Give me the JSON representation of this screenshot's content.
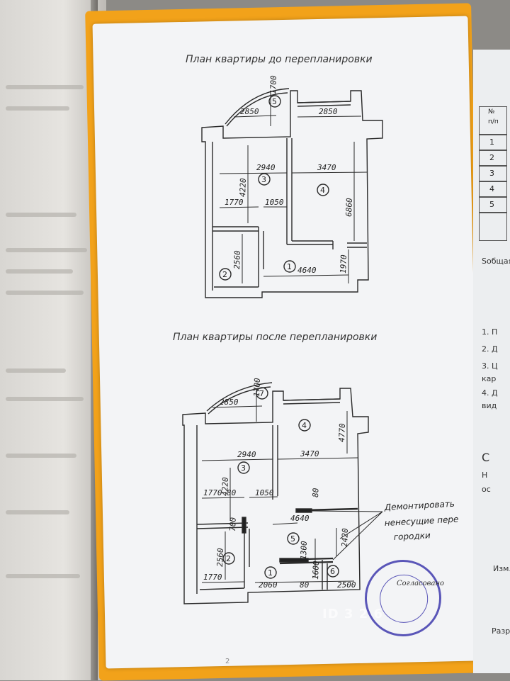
{
  "plan_before": {
    "title": "План квартиры до перепланировки",
    "dims": [
      "1700",
      "2850",
      "2850",
      "2940",
      "3470",
      "4220",
      "6860",
      "1770",
      "1050",
      "2560",
      "1970",
      "4640"
    ],
    "rooms": [
      "5",
      "3",
      "4",
      "2",
      "1"
    ]
  },
  "plan_after": {
    "title": "План квартиры после перепланировки",
    "dims": [
      "1700",
      "2850",
      "4770",
      "2940",
      "3470",
      "4220",
      "1770",
      "80",
      "1050",
      "80",
      "700",
      "4640",
      "2420",
      "2560",
      "1300",
      "1600",
      "1770",
      "2060",
      "80",
      "2500"
    ],
    "rooms": [
      "7",
      "4",
      "3",
      "2",
      "5",
      "1",
      "6"
    ],
    "annotation_line1": "Демонтировать",
    "annotation_line2": "ненесущие пере",
    "annotation_line3": "городки"
  },
  "page_number": "2",
  "right_page": {
    "header": [
      "№",
      "п/п"
    ],
    "row_numbers": [
      "1",
      "2",
      "3",
      "4",
      "5"
    ],
    "fragments": [
      "Sобщая",
      "1. П",
      "2. Д",
      "3. Ц",
      "кар",
      "4. Д",
      "вид",
      "С",
      "Н",
      "ос",
      "Изм.",
      "Разра"
    ]
  },
  "watermark": "ID 3 2 6",
  "signature": "Согласовано"
}
